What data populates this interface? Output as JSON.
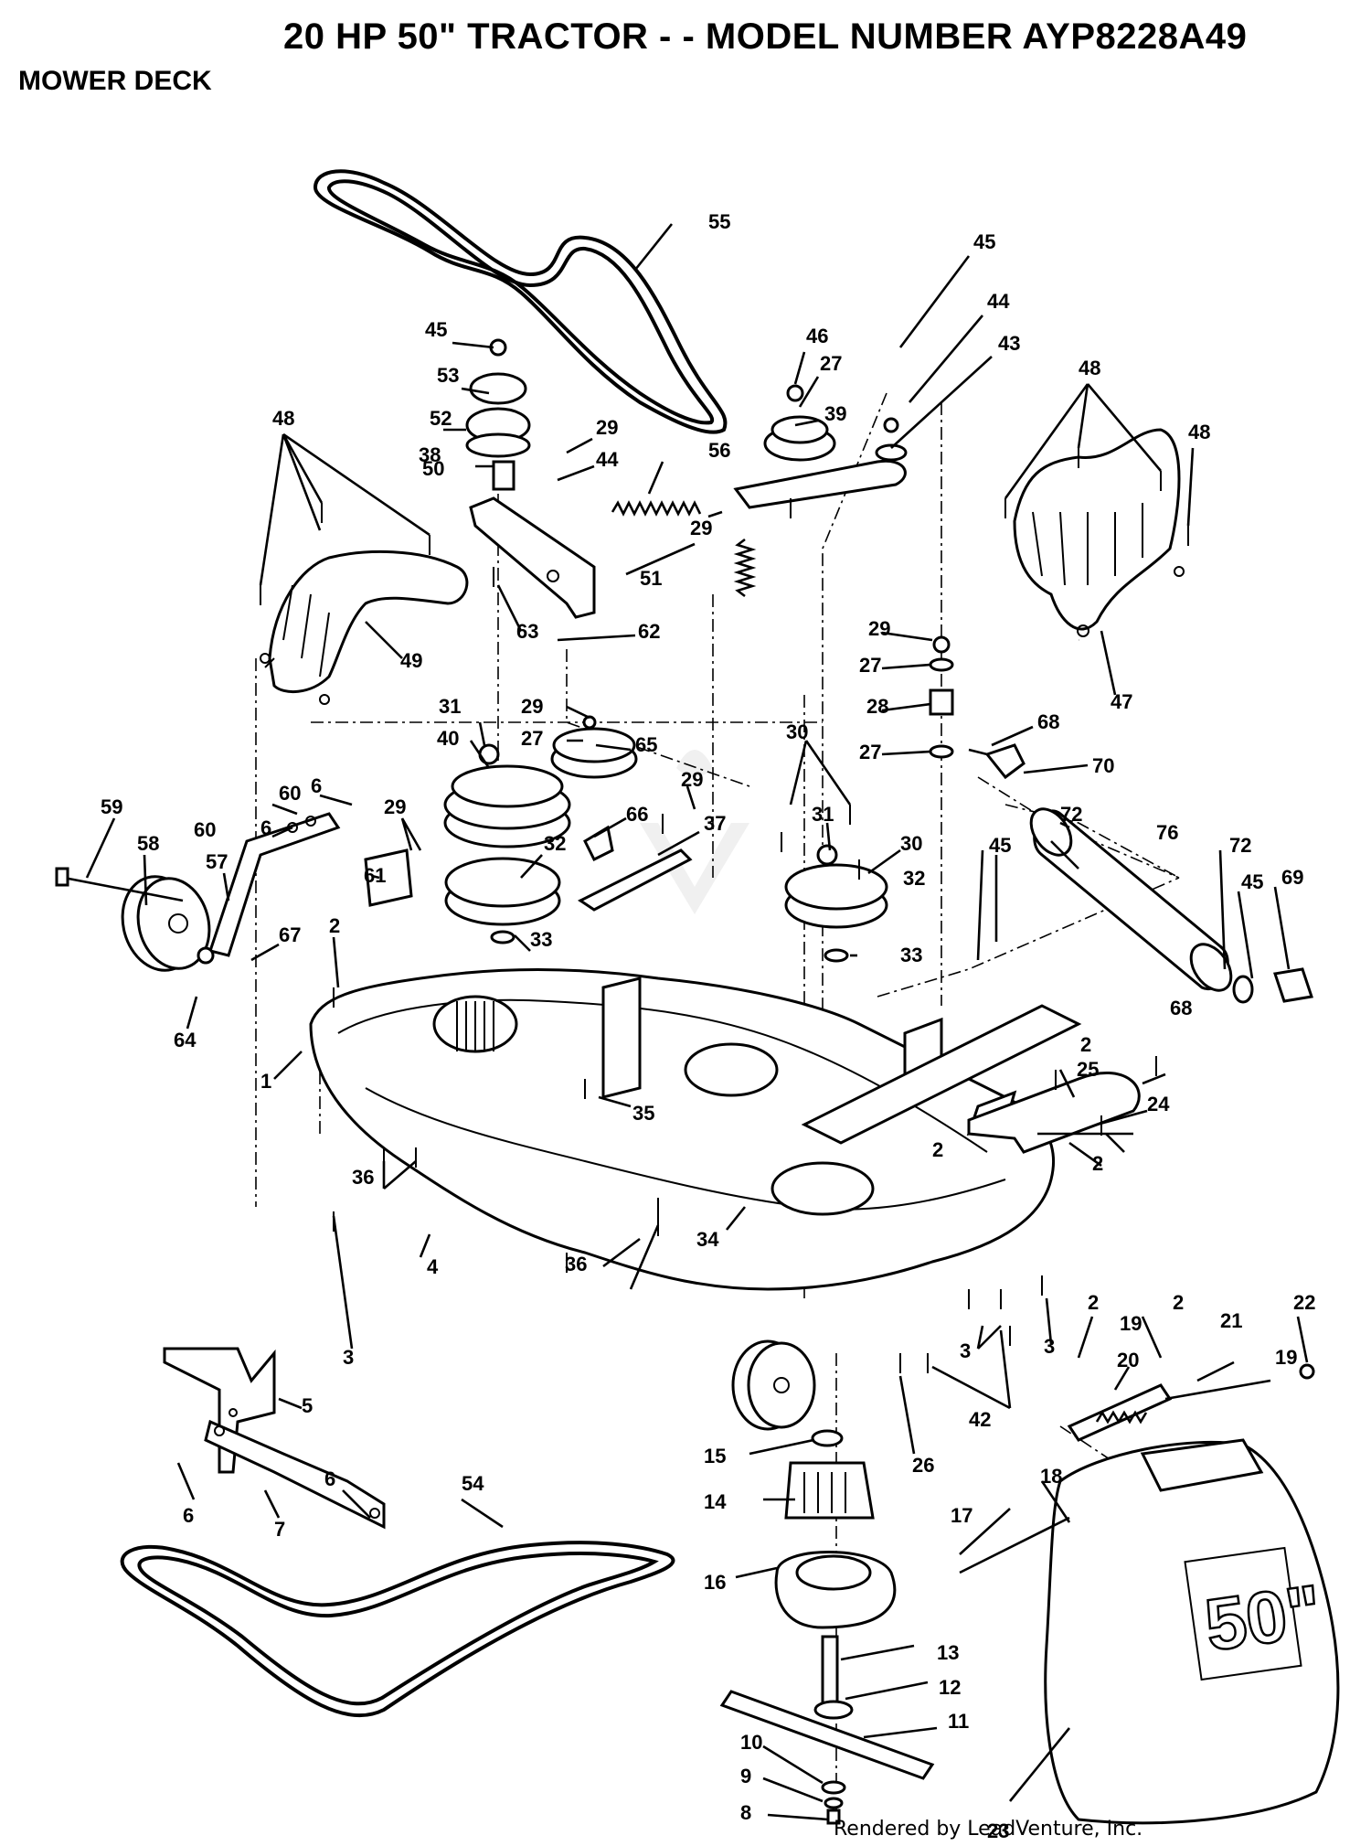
{
  "title": "20 HP 50\" TRACTOR - - MODEL NUMBER AYP8228A49",
  "section": "MOWER DECK",
  "credit": "Rendered by LeadVenture, Inc.",
  "chute_marking": "50\"",
  "callouts": [
    {
      "label": "55"
    },
    {
      "label": "45"
    },
    {
      "label": "44"
    },
    {
      "label": "43"
    },
    {
      "label": "46"
    },
    {
      "label": "27"
    },
    {
      "label": "39"
    },
    {
      "label": "45"
    },
    {
      "label": "53"
    },
    {
      "label": "52"
    },
    {
      "label": "38"
    },
    {
      "label": "50"
    },
    {
      "label": "29"
    },
    {
      "label": "44"
    },
    {
      "label": "56"
    },
    {
      "label": "29"
    },
    {
      "label": "51"
    },
    {
      "label": "48"
    },
    {
      "label": "48"
    },
    {
      "label": "48"
    },
    {
      "label": "63"
    },
    {
      "label": "62"
    },
    {
      "label": "49"
    },
    {
      "label": "47"
    },
    {
      "label": "29"
    },
    {
      "label": "27"
    },
    {
      "label": "28"
    },
    {
      "label": "27"
    },
    {
      "label": "68"
    },
    {
      "label": "70"
    },
    {
      "label": "31"
    },
    {
      "label": "29"
    },
    {
      "label": "40"
    },
    {
      "label": "27"
    },
    {
      "label": "65"
    },
    {
      "label": "30"
    },
    {
      "label": "29"
    },
    {
      "label": "66"
    },
    {
      "label": "37"
    },
    {
      "label": "59"
    },
    {
      "label": "60"
    },
    {
      "label": "6"
    },
    {
      "label": "58"
    },
    {
      "label": "60"
    },
    {
      "label": "6"
    },
    {
      "label": "57"
    },
    {
      "label": "29"
    },
    {
      "label": "61"
    },
    {
      "label": "32"
    },
    {
      "label": "31"
    },
    {
      "label": "30"
    },
    {
      "label": "32"
    },
    {
      "label": "72"
    },
    {
      "label": "76"
    },
    {
      "label": "45"
    },
    {
      "label": "72"
    },
    {
      "label": "69"
    },
    {
      "label": "45"
    },
    {
      "label": "67"
    },
    {
      "label": "2"
    },
    {
      "label": "33"
    },
    {
      "label": "33"
    },
    {
      "label": "64"
    },
    {
      "label": "1"
    },
    {
      "label": "68"
    },
    {
      "label": "2"
    },
    {
      "label": "25"
    },
    {
      "label": "35"
    },
    {
      "label": "24"
    },
    {
      "label": "2"
    },
    {
      "label": "2"
    },
    {
      "label": "36"
    },
    {
      "label": "34"
    },
    {
      "label": "4"
    },
    {
      "label": "36"
    },
    {
      "label": "3"
    },
    {
      "label": "2"
    },
    {
      "label": "2"
    },
    {
      "label": "22"
    },
    {
      "label": "19"
    },
    {
      "label": "21"
    },
    {
      "label": "3"
    },
    {
      "label": "3"
    },
    {
      "label": "20"
    },
    {
      "label": "19"
    },
    {
      "label": "5"
    },
    {
      "label": "42"
    },
    {
      "label": "15"
    },
    {
      "label": "26"
    },
    {
      "label": "6"
    },
    {
      "label": "14"
    },
    {
      "label": "18"
    },
    {
      "label": "6"
    },
    {
      "label": "7"
    },
    {
      "label": "54"
    },
    {
      "label": "17"
    },
    {
      "label": "16"
    },
    {
      "label": "13"
    },
    {
      "label": "12"
    },
    {
      "label": "11"
    },
    {
      "label": "10"
    },
    {
      "label": "9"
    },
    {
      "label": "8"
    },
    {
      "label": "23"
    }
  ]
}
